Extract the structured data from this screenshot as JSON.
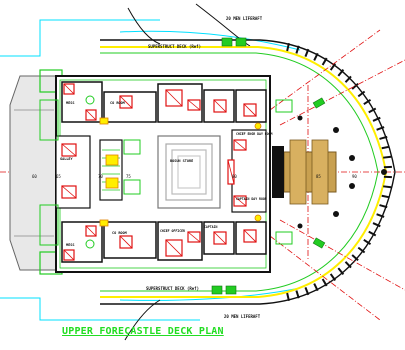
{
  "drawing": {
    "title": "UPPER FORECASTLE DECK PLAN",
    "colors": {
      "background": "#ffffff",
      "hull_outline": "#111111",
      "bulwark": "#ffee00",
      "deck_line": "#22cc22",
      "wall": "#111111",
      "room_fill": "#ffffff",
      "equipment_red": "#e01010",
      "centerline": "#e01010",
      "windlass": "#c8a050",
      "title_green": "#22dd22",
      "cyan_line": "#00e0ff",
      "fender_black": "#111111"
    },
    "frame_numbers": [
      "60",
      "65",
      "70",
      "75",
      "80",
      "85",
      "90"
    ],
    "room_labels": {
      "mess_port": "MESS",
      "mess_stbd": "MESS",
      "cook_port": "CO ROOM",
      "cook_stbd": "CO ROOM",
      "bosun_port": "CHIEF ENGR DAY ROOM",
      "bosun_stbd": "CAPTAIN DAY ROOM",
      "store_center": "BOSUN STORE",
      "galley": "GALLEY",
      "cabin_stbd": "CAPTAIN",
      "chief_stbd": "CHIEF OFFICER"
    },
    "deck_notes": {
      "upper_port": "SUPERSTRUCT DECK (Ref)",
      "lower_stbd": "SUPERSTRUCT DECK (Ref)",
      "liferaft_top": "20 MEN LIFERAFT",
      "liferaft_bottom": "20 MEN LIFERAFT"
    }
  }
}
